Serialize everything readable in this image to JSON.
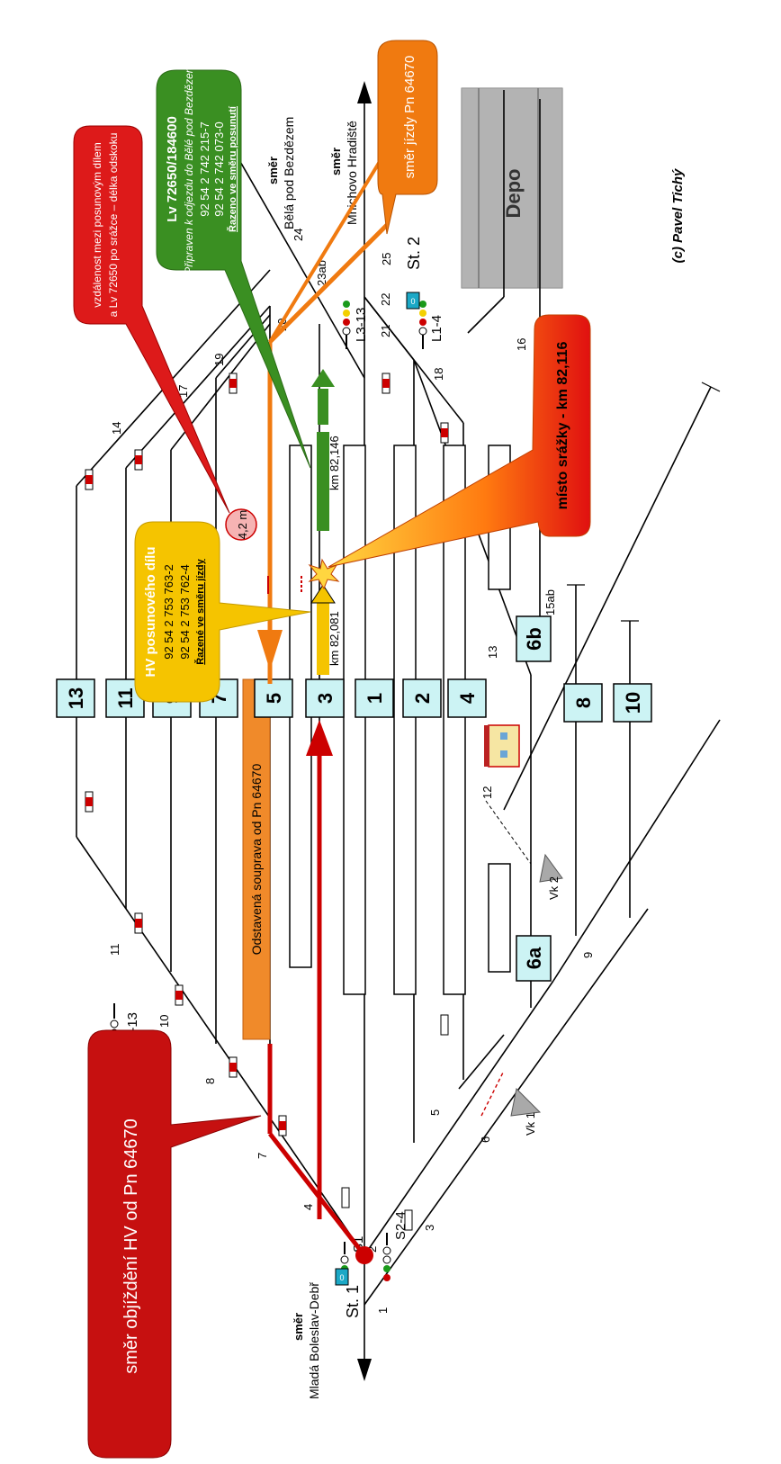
{
  "copyright": "(c) Pavel Tichý",
  "depot_label": "Depo",
  "directions": {
    "mlada": {
      "word": "směr",
      "name": "Mladá Boleslav-Debř"
    },
    "bela": {
      "word": "směr",
      "name": "Bělá pod Bezdězem"
    },
    "mnichovo": {
      "word": "směr",
      "name": "Mnichovo Hradiště"
    }
  },
  "stations": {
    "st1": "St. 1",
    "st2": "St. 2"
  },
  "signals": {
    "s3_13": "S3-13",
    "s1": "S1",
    "s2_4": "S2-4",
    "l3_13": "L3-13",
    "l1_4": "L1-4"
  },
  "derails": {
    "vk1": "Vk 1",
    "vk2": "Vk 2"
  },
  "tracks": [
    "13",
    "11",
    "9",
    "7",
    "5",
    "3",
    "1",
    "2",
    "4",
    "6b",
    "6a",
    "8",
    "10"
  ],
  "switches": [
    "1",
    "2",
    "3",
    "4",
    "5",
    "6",
    "7",
    "8",
    "9",
    "10",
    "11",
    "12",
    "13",
    "14",
    "15ab",
    "16",
    "17",
    "18",
    "19",
    "20",
    "21",
    "22",
    "23ab",
    "24",
    "25"
  ],
  "callouts": {
    "detour": "směr objíždění HV od Pn 64670",
    "parked_set": "Odstavená souprava od Pn 64670",
    "hv": {
      "title": "HV posunového dílu",
      "line1": "92 54 2 753 763-2",
      "line2": "92 54 2 753 762-4",
      "note": "Řazené ve směru jízdy"
    },
    "lv": {
      "title": "Lv 72650/184600",
      "subtitle": "Připraven k odjezdu do Bělé pod Bezdězem",
      "line1": "92 54 2 742 215-7",
      "line2": "92 54 2 742 073-0",
      "note": "Řazeno ve směru posunutí"
    },
    "distance": {
      "line1": "vzdálenost mezi posunovým dílem",
      "line2": "a Lv 72650 po srážce – délka odskoku"
    },
    "distance_value": "4,2 m",
    "direction_pn": "směr jízdy Pn 64670",
    "collision": "místo srážky - km 82,116",
    "km_82_146": "km 82,146",
    "km_82_081": "km 82,081"
  }
}
